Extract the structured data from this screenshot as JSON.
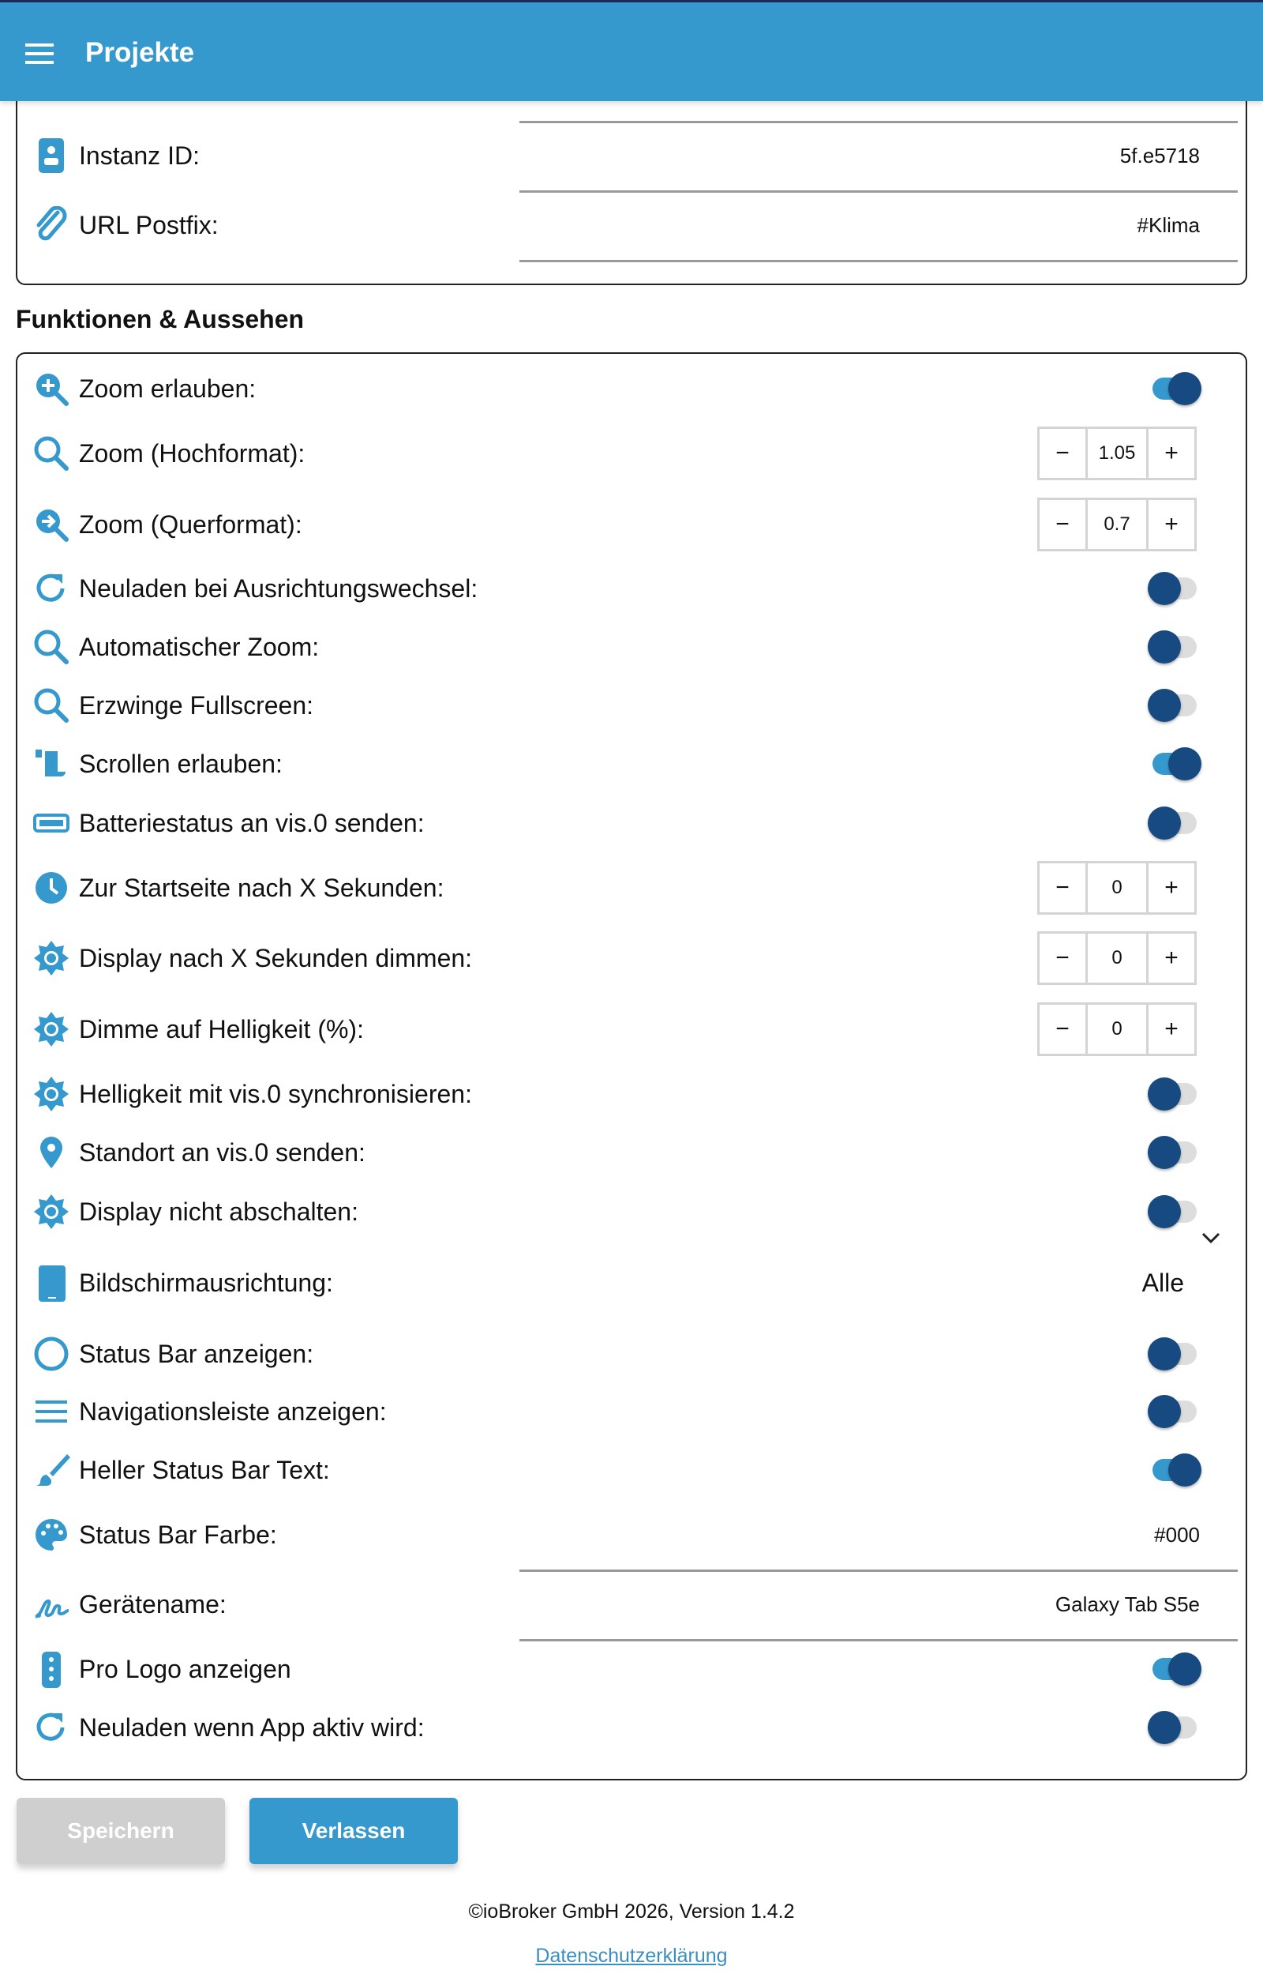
{
  "header": {
    "title": "Projekte",
    "menu_icon": "hamburger-icon"
  },
  "colors": {
    "accent": "#3699cd",
    "toggle_knob": "#174a80",
    "header": "#3699cd"
  },
  "general": [
    {
      "label": "Instanz ID:",
      "value": "5f.e5718",
      "icon": "badge-icon"
    },
    {
      "label": "URL Postfix:",
      "value": "#Klima",
      "icon": "paperclip-icon"
    }
  ],
  "section_title": "Funktionen & Aussehen",
  "settings": [
    {
      "label": "Zoom erlauben:",
      "type": "toggle",
      "on": true,
      "icon": "zoom-in-icon"
    },
    {
      "label": "Zoom (Hochformat):",
      "type": "stepper",
      "value": "1.05",
      "icon": "search-icon"
    },
    {
      "label": "Zoom (Querformat):",
      "type": "stepper",
      "value": "0.7",
      "icon": "zoom-arrow-icon"
    },
    {
      "label": "Neuladen bei Ausrichtungswechsel:",
      "type": "toggle",
      "on": false,
      "icon": "reload-icon"
    },
    {
      "label": "Automatischer Zoom:",
      "type": "toggle",
      "on": false,
      "icon": "search-icon"
    },
    {
      "label": "Erzwinge Fullscreen:",
      "type": "toggle",
      "on": false,
      "icon": "search-icon"
    },
    {
      "label": "Scrollen erlauben:",
      "type": "toggle",
      "on": true,
      "icon": "scroll-icon"
    },
    {
      "label": "Batteriestatus an vis.0 senden:",
      "type": "toggle",
      "on": false,
      "icon": "battery-icon"
    },
    {
      "label": "Zur Startseite nach X Sekunden:",
      "type": "stepper",
      "value": "0",
      "icon": "clock-icon"
    },
    {
      "label": "Display nach X Sekunden dimmen:",
      "type": "stepper",
      "value": "0",
      "icon": "brightness-icon"
    },
    {
      "label": "Dimme auf Helligkeit (%):",
      "type": "stepper",
      "value": "0",
      "icon": "brightness-icon"
    },
    {
      "label": "Helligkeit mit vis.0 synchronisieren:",
      "type": "toggle",
      "on": false,
      "icon": "brightness-icon"
    },
    {
      "label": "Standort an vis.0 senden:",
      "type": "toggle",
      "on": false,
      "icon": "location-pin-icon"
    },
    {
      "label": "Display nicht abschalten:",
      "type": "toggle",
      "on": false,
      "icon": "brightness-icon"
    },
    {
      "label": "Bildschirmausrichtung:",
      "type": "select",
      "value": "Alle",
      "icon": "tablet-icon"
    },
    {
      "label": "Status Bar anzeigen:",
      "type": "toggle",
      "on": false,
      "icon": "circle-icon"
    },
    {
      "label": "Navigationsleiste anzeigen:",
      "type": "toggle",
      "on": false,
      "icon": "menu-lines-icon"
    },
    {
      "label": "Heller Status Bar Text:",
      "type": "toggle",
      "on": true,
      "icon": "brush-icon"
    },
    {
      "label": "Status Bar Farbe:",
      "type": "text",
      "value": "#000",
      "icon": "palette-icon"
    },
    {
      "label": "Gerätename:",
      "type": "text",
      "value": "Galaxy Tab S5e",
      "icon": "signature-icon"
    },
    {
      "label": "Pro Logo anzeigen",
      "type": "toggle",
      "on": true,
      "icon": "remote-icon"
    },
    {
      "label": "Neuladen wenn App aktiv wird:",
      "type": "toggle",
      "on": false,
      "icon": "reload-icon"
    }
  ],
  "stepper": {
    "minus": "−",
    "plus": "+"
  },
  "buttons": {
    "save": "Speichern",
    "leave": "Verlassen"
  },
  "footer": {
    "copyright": "©ioBroker GmbH 2026, Version 1.4.2",
    "privacy": "Datenschutzerklärung"
  }
}
